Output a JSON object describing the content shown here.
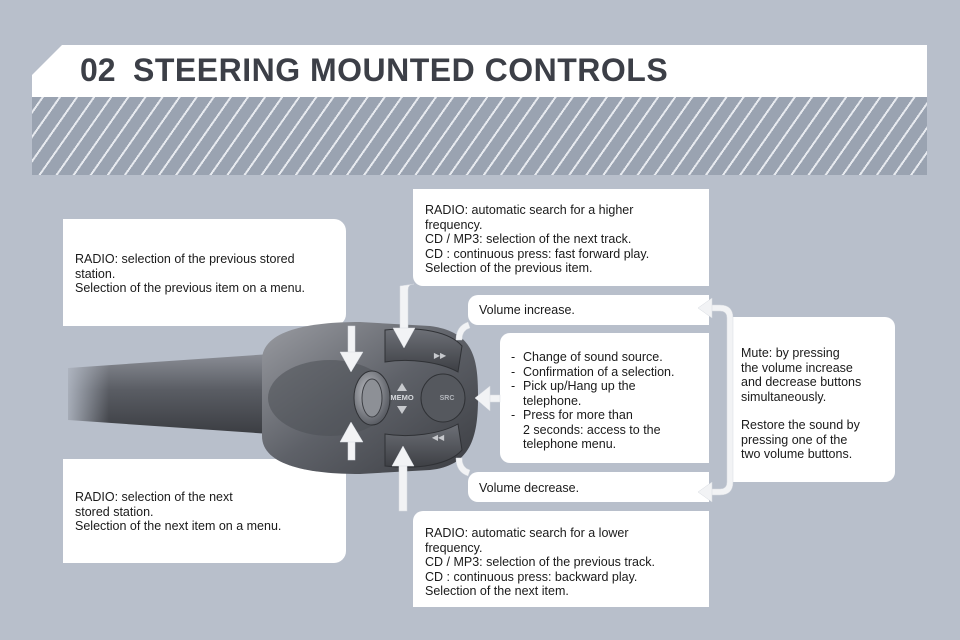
{
  "header": {
    "chapter_number": "02",
    "title": "STEERING MOUNTED CONTROLS"
  },
  "callouts": {
    "previous_station": {
      "lines": [
        "RADIO: selection of the previous stored",
        "station.",
        "Selection of the previous item on a menu."
      ]
    },
    "next_station": {
      "lines": [
        "RADIO: selection of the next",
        "stored station.",
        "Selection of the next item on a menu."
      ]
    },
    "search_higher": {
      "lines": [
        "RADIO: automatic search for a higher",
        "frequency.",
        "CD / MP3: selection of the next track.",
        "CD : continuous press: fast forward play.",
        "Selection of the previous item."
      ]
    },
    "search_lower": {
      "lines": [
        "RADIO: automatic search for a lower",
        "frequency.",
        "CD / MP3: selection of the previous track.",
        "CD : continuous press: backward play.",
        "Selection of the next item."
      ]
    },
    "volume_increase": {
      "text": "Volume increase."
    },
    "volume_decrease": {
      "text": "Volume decrease."
    },
    "source_button": {
      "items": [
        [
          "Change of sound source."
        ],
        [
          "Confirmation of a selection."
        ],
        [
          "Pick up/Hang up the",
          "telephone."
        ],
        [
          "Press for more than",
          "2 seconds: access to the",
          "telephone menu."
        ]
      ]
    },
    "mute": {
      "para1": [
        "Mute: by pressing",
        "the volume increase",
        "and decrease buttons",
        "simultaneously."
      ],
      "para2": [
        "Restore the sound by",
        "pressing one of the",
        "two volume buttons."
      ]
    }
  },
  "control_labels": {
    "memo": "MEMO",
    "src": "SRC",
    "next_glyph": "▶▶",
    "prev_glyph": "◀◀"
  },
  "colors": {
    "page_background": "#b8bfcb",
    "stripe_band": "#9aa3b1",
    "callout_box": "#ffffff",
    "title_text": "#3c3f47",
    "stalk_dark": "#55585e"
  }
}
